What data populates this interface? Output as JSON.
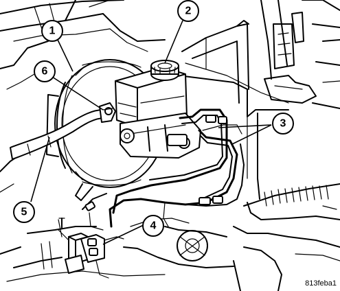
{
  "diagram": {
    "callouts": [
      {
        "id": "callout-1",
        "label": "1"
      },
      {
        "id": "callout-2",
        "label": "2"
      },
      {
        "id": "callout-3",
        "label": "3"
      },
      {
        "id": "callout-4",
        "label": "4"
      },
      {
        "id": "callout-5",
        "label": "5"
      },
      {
        "id": "callout-6",
        "label": "6"
      }
    ],
    "figure_code": "813feba1"
  }
}
